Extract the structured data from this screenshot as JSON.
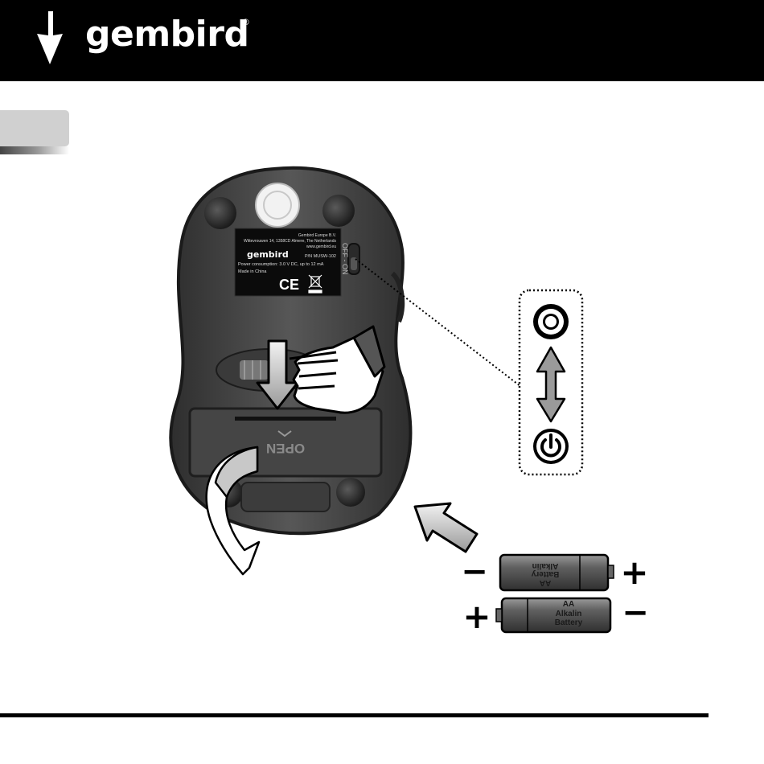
{
  "brand": {
    "name": "gembird",
    "registered_mark": "®"
  },
  "label": {
    "company": "Gembird Europe B.V.",
    "address": "Wittevrouwen 14, 1358CD Almere, The Netherlands",
    "website": "www.gembird.eu",
    "brand": "gembird",
    "part_number": "P/N MUSW-102",
    "power": "Power consumption: 3.0 V DC, up to 12 mA",
    "origin": "Made in China",
    "ce_mark": "CE"
  },
  "switch_label": "OFF - ON",
  "battery_cover_text": "OPEN",
  "batteries": [
    {
      "line1": "Alkalin",
      "line2": "Battery",
      "size": "AA",
      "left_sign": "−",
      "right_sign": "+"
    },
    {
      "line1": "Alkalin",
      "line2": "Battery",
      "size": "AA",
      "left_sign": "+",
      "right_sign": "−"
    }
  ],
  "power_legend": {
    "off_icon": "power-off-ring-icon",
    "on_icon": "power-on-icon"
  },
  "colors": {
    "header": "#000000",
    "mouse_body": "#4a4a4a",
    "tab": "#d0d0d0"
  }
}
